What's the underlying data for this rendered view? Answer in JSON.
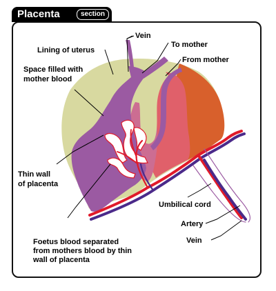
{
  "header": {
    "title": "Placenta",
    "badge": "section"
  },
  "labels": {
    "lining": "Lining of uterus",
    "vein_top": "Vein",
    "to_mother": "To mother",
    "from_mother": "From mother",
    "space_1": "Space filled with",
    "space_2": "mother blood",
    "thin_1": "Thin wall",
    "thin_2": "of placenta",
    "umbilical": "Umbilical cord",
    "artery": "Artery",
    "vein_bottom": "Vein",
    "foetus_1": "Foetus blood separated",
    "foetus_2": "from mothers blood by thin",
    "foetus_3": "wall of placenta"
  },
  "colors": {
    "uterus_lining": "#d8d9a0",
    "mother_blood_space": "#9b5aa2",
    "outer_vessels": "#e0565e",
    "outer_vessels_dark": "#d8602c",
    "artery": "#e01a2a",
    "vein": "#4b2a8a",
    "frame": "#111111"
  }
}
